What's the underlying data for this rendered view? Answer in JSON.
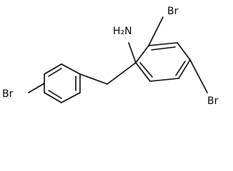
{
  "structure": {
    "labels": {
      "amine": "H₂N",
      "bromo_left": "Br",
      "bromo_ring_top": "Br",
      "bromo_ring_bottom": "Br"
    },
    "colors": {
      "ink": "#000000",
      "background": "#ffffff"
    }
  }
}
